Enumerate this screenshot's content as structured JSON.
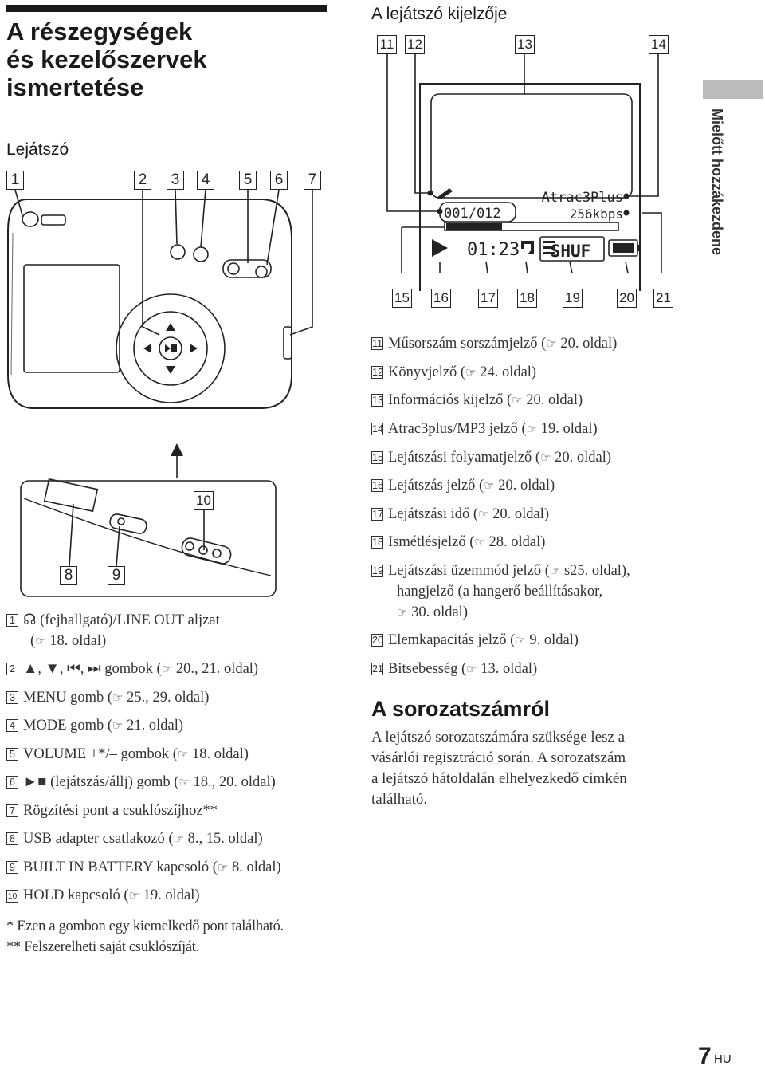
{
  "page": {
    "title_lines": [
      "A részegységek",
      "és kezelőszervek",
      "ismertetése"
    ],
    "player_heading": "Lejátszó",
    "display_heading": "A lejátszó kijelzője",
    "side_tab": "Mielőtt hozzákezdene",
    "page_number": "7",
    "lang": "HU"
  },
  "player_callouts": [
    "1",
    "2",
    "3",
    "4",
    "5",
    "6",
    "7"
  ],
  "bottom_callouts": [
    "8",
    "9",
    "10"
  ],
  "display_callouts_top": [
    "11",
    "12",
    "13",
    "14"
  ],
  "display_callouts_bottom": [
    "15",
    "16",
    "17",
    "18",
    "19",
    "20",
    "21"
  ],
  "lcd": {
    "atrac": "Atrac3Plus",
    "bitrate": "256kbps",
    "track": "001/012",
    "time": "01:23",
    "mode": "SHUF"
  },
  "player_items": [
    {
      "n": "1",
      "text": "(fejhallgató)/LINE OUT aljzat",
      "text2": "18. oldal)"
    },
    {
      "n": "2",
      "text": "gombok (",
      "ref": "20., 21. oldal)"
    },
    {
      "n": "3",
      "text": "MENU gomb (",
      "ref": "25., 29. oldal)"
    },
    {
      "n": "4",
      "text": "MODE gomb (",
      "ref": "21. oldal)"
    },
    {
      "n": "5",
      "text": "VOLUME +*/– gombok (",
      "ref": "18. oldal)"
    },
    {
      "n": "6",
      "text": "(lejátszás/állj) gomb (",
      "ref": "18., 20. oldal)"
    },
    {
      "n": "7",
      "text": "Rögzítési pont a csuklószíjhoz**"
    },
    {
      "n": "8",
      "text": "USB adapter csatlakozó (",
      "ref": "8., 15. oldal)"
    },
    {
      "n": "9",
      "text": "BUILT IN BATTERY kapcsoló (",
      "ref": "8. oldal)"
    },
    {
      "n": "10",
      "text": "HOLD kapcsoló (",
      "ref": "19. oldal)"
    }
  ],
  "display_items": [
    {
      "n": "11",
      "text": "Műsorszám sorszámjelző (",
      "ref": "20. oldal)"
    },
    {
      "n": "12",
      "text": "Könyvjelző (",
      "ref": "24. oldal)"
    },
    {
      "n": "13",
      "text": "Információs kijelző (",
      "ref": "20. oldal)"
    },
    {
      "n": "14",
      "text": "Atrac3plus/MP3 jelző (",
      "ref": "19. oldal)"
    },
    {
      "n": "15",
      "text": "Lejátszási folyamatjelző (",
      "ref": "20. oldal)"
    },
    {
      "n": "16",
      "text": "Lejátszás jelző (",
      "ref": "20. oldal)"
    },
    {
      "n": "17",
      "text": "Lejátszási idő (",
      "ref": "20. oldal)"
    },
    {
      "n": "18",
      "text": "Ismétlésjelző (",
      "ref": "28. oldal)"
    },
    {
      "n": "19",
      "text": "Lejátszási üzemmód jelző (",
      "ref": "s25. oldal),",
      "text2": "hangjelző (a hangerő beállításakor,",
      "text3": "30. oldal)"
    },
    {
      "n": "20",
      "text": "Elemkapacitás jelző (",
      "ref": "9. oldal)"
    },
    {
      "n": "21",
      "text": "Bitsebesség (",
      "ref": "13. oldal)"
    }
  ],
  "footnotes": [
    "*  Ezen a gombon egy kiemelkedő pont található.",
    "** Felszerelheti saját csuklószíját."
  ],
  "serial": {
    "heading": "A sorozatszámról",
    "lines": [
      "A lejátszó sorozatszámára szüksége lesz a",
      "vásárlói regisztráció során. A sorozatszám",
      "a lejátszó hátoldalán elhelyezkedő címkén",
      "található."
    ]
  }
}
